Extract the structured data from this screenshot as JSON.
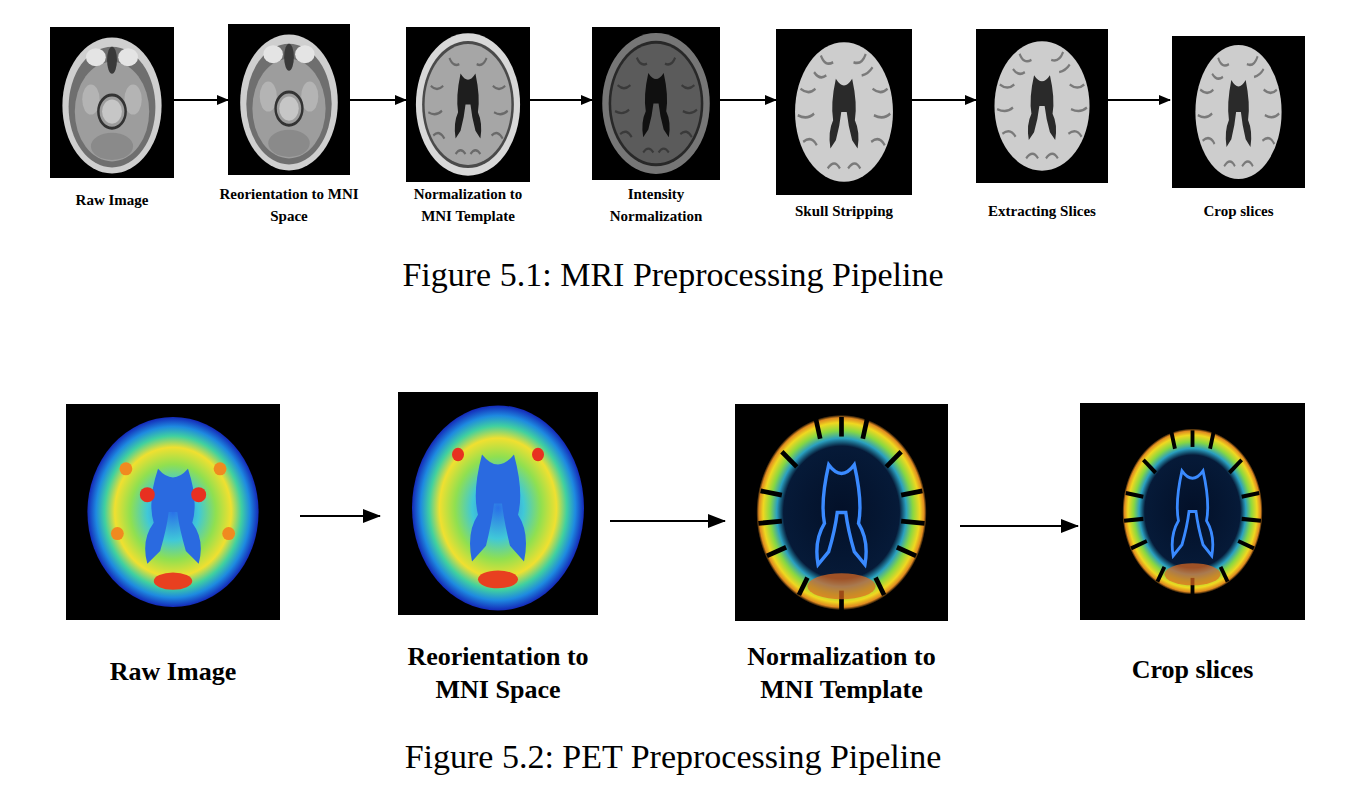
{
  "diagram": {
    "nodes": [
      {
        "text": [
          "Raw Image"
        ]
      },
      {
        "text": [
          "Reorientation to MNI Space"
        ]
      },
      {
        "text": [
          "Normalization to MNI Template"
        ]
      },
      {
        "text": [
          "Intensity Normalization"
        ]
      },
      {
        "text": [
          "Skull Stripping"
        ]
      },
      {
        "text": [
          "Extracting Slices"
        ]
      },
      {
        "text": [
          "Crop slices"
        ]
      },
      {
        "text": [
          "Raw Image"
        ]
      },
      {
        "text": [
          "Reorientation to MNI Space"
        ]
      },
      {
        "text": [
          "Normalization to MNI Template"
        ]
      },
      {
        "text": [
          "Crop slices"
        ]
      }
    ],
    "edges": [
      {
        "from": 0,
        "to": 1,
        "arrow": "to"
      },
      {
        "from": 1,
        "to": 2,
        "arrow": "to"
      },
      {
        "from": 2,
        "to": 3,
        "arrow": "to"
      },
      {
        "from": 3,
        "to": 4,
        "arrow": "to"
      },
      {
        "from": 4,
        "to": 5,
        "arrow": "to"
      },
      {
        "from": 5,
        "to": 6,
        "arrow": "to"
      },
      {
        "from": 7,
        "to": 8,
        "arrow": "to"
      },
      {
        "from": 8,
        "to": 9,
        "arrow": "to"
      },
      {
        "from": 9,
        "to": 10,
        "arrow": "to"
      }
    ],
    "labels": [
      "Figure 5.1: MRI Preprocessing Pipeline",
      "Figure 5.2: PET Preprocessing Pipeline"
    ]
  }
}
